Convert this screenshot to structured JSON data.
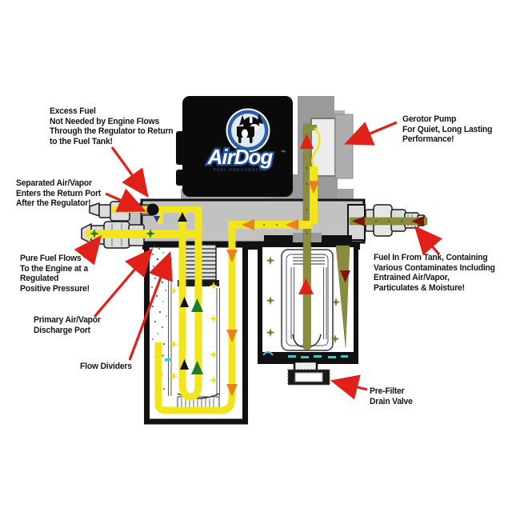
{
  "logo": {
    "brand": "AirDog",
    "trademark": "™",
    "subtext": "FUEL PREPORATOR"
  },
  "labels": {
    "excess_fuel": "Excess Fuel\nNot Needed by Engine Flows\nThrough the Regulator to Return\nto the Fuel Tank!",
    "separated_air": "Separated Air/Vapor\nEnters the Return Port\nAfter the Regulator!",
    "pure_fuel": "Pure Fuel Flows\nTo the Engine at a\nRegulated\nPositive Pressure!",
    "primary_discharge": "Primary Air/Vapor\nDischarge Port",
    "flow_dividers": "Flow Dividers",
    "gerotor_pump": "Gerotor Pump\nFor Quiet, Long Lasting\nPerformance!",
    "fuel_in": "Fuel In From Tank, Containing\nVarious Contaminates Including\nEntrained Air/Vapor,\nParticulates & Moisture!",
    "drain_valve": "Pre-Filter\nDrain Valve"
  },
  "colors": {
    "annotation_red": "#e0211a",
    "fuel_yellow": "#f2e51c",
    "dirty_fuel_olive": "#8b8d3e",
    "logo_blue": "#2d5fa8",
    "housing_gray": "#9a9a9a",
    "manifold_gray": "#c2c2c2",
    "gasket_navy": "#1b1b66",
    "water_cyan": "#3fc6d8",
    "flow_green": "#1e7a30",
    "flow_orange": "#e8821c",
    "inlet_dark_red": "#7d150e"
  }
}
